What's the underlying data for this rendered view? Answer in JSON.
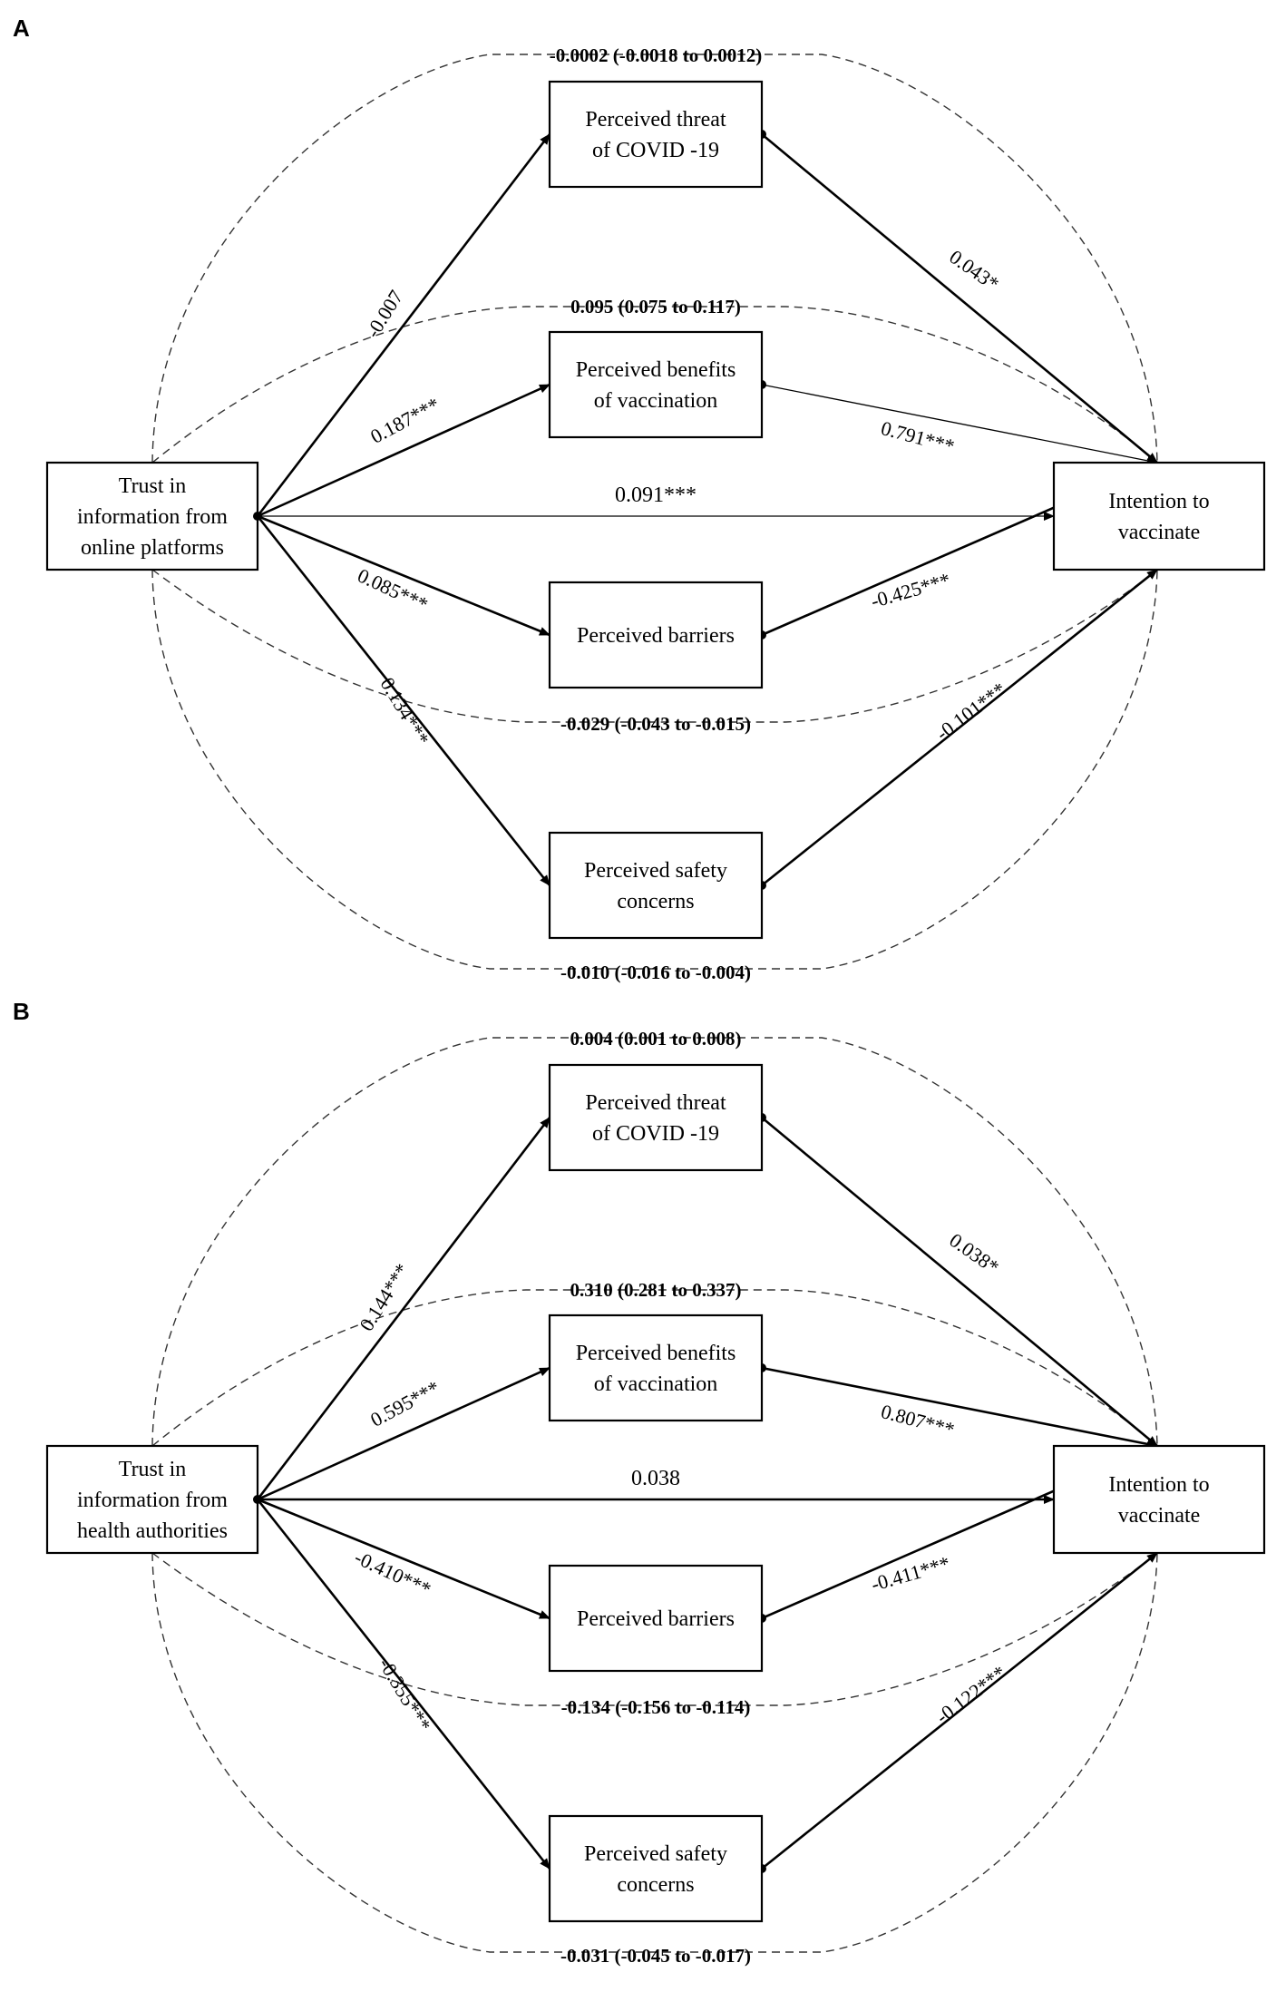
{
  "panels": [
    {
      "label": "A",
      "source": [
        "Trust in",
        "information from",
        "online platforms"
      ],
      "outcome": [
        "Intention to",
        "vaccinate"
      ],
      "mediators": [
        {
          "lines": [
            "Perceived threat",
            "of COVID -19"
          ],
          "a": "-0.007",
          "b": "0.043*",
          "indirect": "-0.0002 (-0.0018 to 0.0012)"
        },
        {
          "lines": [
            "Perceived benefits",
            "of vaccination"
          ],
          "a": "0.187***",
          "b": "0.791***",
          "indirect": "0.095 (0.075 to 0.117)"
        },
        {
          "lines": [
            "Perceived barriers"
          ],
          "a": "0.085***",
          "b": "-0.425***",
          "indirect": "-0.029 (-0.043 to -0.015)"
        },
        {
          "lines": [
            "Perceived safety",
            "concerns"
          ],
          "a": "0.134***",
          "b": "-0.101***",
          "indirect": "-0.010 (-0.016 to -0.004)"
        }
      ],
      "direct": "0.091***"
    },
    {
      "label": "B",
      "source": [
        "Trust in",
        "information from",
        "health authorities"
      ],
      "outcome": [
        "Intention to",
        "vaccinate"
      ],
      "mediators": [
        {
          "lines": [
            "Perceived threat",
            "of COVID -19"
          ],
          "a": "0.144***",
          "b": "0.038*",
          "indirect": "0.004 (0.001 to 0.008)"
        },
        {
          "lines": [
            "Perceived benefits",
            "of vaccination"
          ],
          "a": "0.595***",
          "b": "0.807***",
          "indirect": "0.310 (0.281 to 0.337)"
        },
        {
          "lines": [
            "Perceived barriers"
          ],
          "a": "-0.410***",
          "b": "-0.411***",
          "indirect": "-0.134 (-0.156 to -0.114)"
        },
        {
          "lines": [
            "Perceived safety",
            "concerns"
          ],
          "a": "-0.355***",
          "b": "-0.122***",
          "indirect": "-0.031 (-0.045 to -0.017)"
        }
      ],
      "direct": "0.038"
    }
  ]
}
